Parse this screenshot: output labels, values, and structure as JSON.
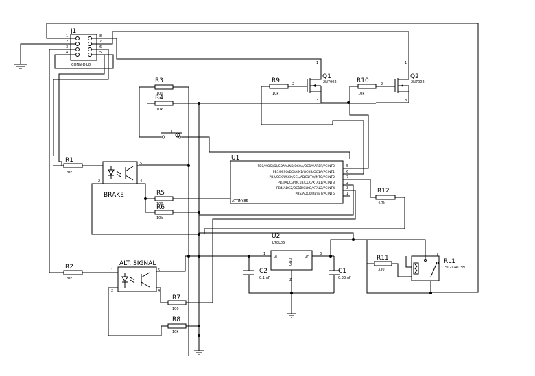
{
  "j1": {
    "ref": "J1",
    "value": "CONN-DIL8",
    "pins_left": [
      "1",
      "2",
      "3",
      "4"
    ],
    "pins_right": [
      "8",
      "7",
      "6",
      "5"
    ]
  },
  "q1": {
    "ref": "Q1",
    "value": "2N7002",
    "pin_top": "1",
    "pin_gate": "2",
    "pin_bottom": "3"
  },
  "q2": {
    "ref": "Q2",
    "value": "2N7002",
    "pin_top": "1",
    "pin_gate": "2",
    "pin_bottom": "3"
  },
  "r9": {
    "ref": "R9",
    "value": "10k"
  },
  "r10": {
    "ref": "R10",
    "value": "10k"
  },
  "r3": {
    "ref": "R3",
    "value": "100"
  },
  "r4": {
    "ref": "R4",
    "value": "10k"
  },
  "r1": {
    "ref": "R1",
    "value": "20k"
  },
  "r2": {
    "ref": "R2",
    "value": "20k"
  },
  "r5": {
    "ref": "R5",
    "value": "100"
  },
  "r6": {
    "ref": "R6",
    "value": "10k"
  },
  "r7": {
    "ref": "R7",
    "value": "100"
  },
  "r8": {
    "ref": "R8",
    "value": "10k"
  },
  "r11": {
    "ref": "R11",
    "value": "330"
  },
  "r12": {
    "ref": "R12",
    "value": "4.7k"
  },
  "brake": {
    "label": "BRAKE",
    "pin1": "1",
    "pin2": "2",
    "pin4": "4",
    "pin5": "5"
  },
  "alt_signal": {
    "label": "ALT. SIGNAL",
    "pin1": "1",
    "pin2": "2",
    "pin4": "4",
    "pin5": "5"
  },
  "u1": {
    "ref": "U1",
    "value": "ATTINY85",
    "pins": [
      {
        "name": "PB0/MOSI/DI/SDA/AIN0/OC0A/OC1A/AREF/PCINT0",
        "num": "5"
      },
      {
        "name": "PB1/MISO/DO/AIN1/OC0B/OC1A/PCINT1",
        "num": "6"
      },
      {
        "name": "PB2/SCK/USCK/SCL/ADC1/T0/INT0/PCINT2",
        "num": "7"
      },
      {
        "name": "PB3/ADC3/OC1B/CLKI/XTAL1/PCINT3",
        "num": "2"
      },
      {
        "name": "PB4/ADC2/OC1B/CLKO/XTAL2/PCINT4",
        "num": "3"
      },
      {
        "name": "PB5/ADC0/RESET/PCINT5",
        "num": "1"
      }
    ]
  },
  "u2": {
    "ref": "U2",
    "value": "L78L05",
    "vi": "VI",
    "vo": "VO",
    "gnd": "GND",
    "pin1": "1",
    "pin2": "2",
    "pin3": "3"
  },
  "c1": {
    "ref": "C1",
    "value": "0.33mF"
  },
  "c2": {
    "ref": "C2",
    "value": "0.1mF"
  },
  "rl1": {
    "ref": "RL1",
    "value": "TSC-124D3H"
  },
  "switch": {
    "pin": "1"
  }
}
